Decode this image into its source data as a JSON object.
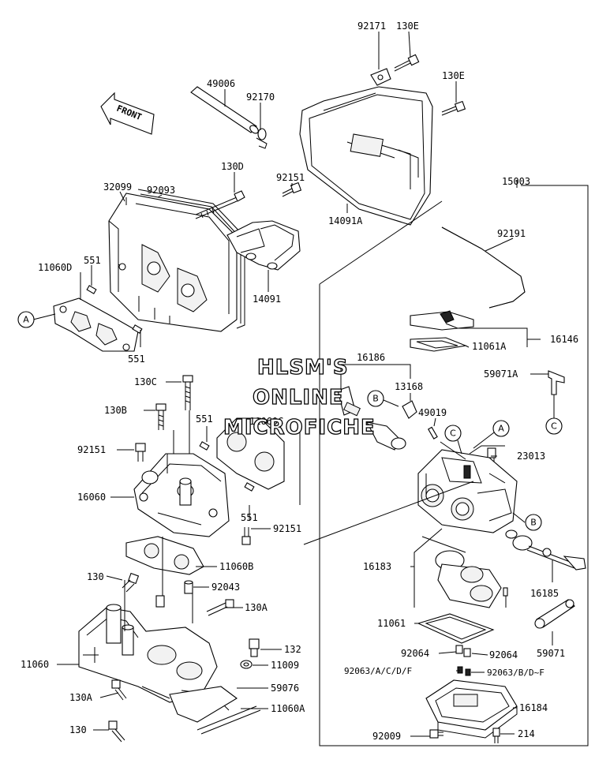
{
  "watermark": {
    "line1": "HLSM'S",
    "line2": "ONLINE",
    "line3": "MICROFICHE"
  },
  "front_arrow": "FRONT",
  "callouts": {
    "A": "A",
    "B": "B",
    "C": "C"
  },
  "parts": {
    "p92171": "92171",
    "p130E_1": "130E",
    "p130E_2": "130E",
    "p49006": "49006",
    "p92170": "92170",
    "p130D": "130D",
    "p92151_a": "92151",
    "p14091A": "14091A",
    "p15003": "15003",
    "p32099": "32099",
    "p92093": "92093",
    "p92191": "92191",
    "p11060D": "11060D",
    "p551_a": "551",
    "p14091": "14091",
    "p16146": "16146",
    "p11061A": "11061A",
    "p551_b": "551",
    "p16186": "16186",
    "p59071A": "59071A",
    "p130C": "130C",
    "p13168": "13168",
    "p130B": "130B",
    "p49019": "49019",
    "p551_c": "551",
    "p11060C": "11060C",
    "p92151_b": "92151",
    "p23013": "23013",
    "p16060": "16060",
    "p551_d": "551",
    "p92151_c": "92151",
    "p16183": "16183",
    "p11060B": "11060B",
    "p130_a": "130",
    "p92043": "92043",
    "p130A_1": "130A",
    "p16185": "16185",
    "p11061": "11061",
    "p59071": "59071",
    "p132": "132",
    "p92064_a": "92064",
    "p92064_b": "92064",
    "p11060": "11060",
    "p11009": "11009",
    "p92063_a": "92063/A/C/D/F",
    "p92063_b": "92063/B/D~F",
    "p59076": "59076",
    "p130A_2": "130A",
    "p16184": "16184",
    "p11060A": "11060A",
    "p130_b": "130",
    "p92009": "92009",
    "p214": "214"
  }
}
